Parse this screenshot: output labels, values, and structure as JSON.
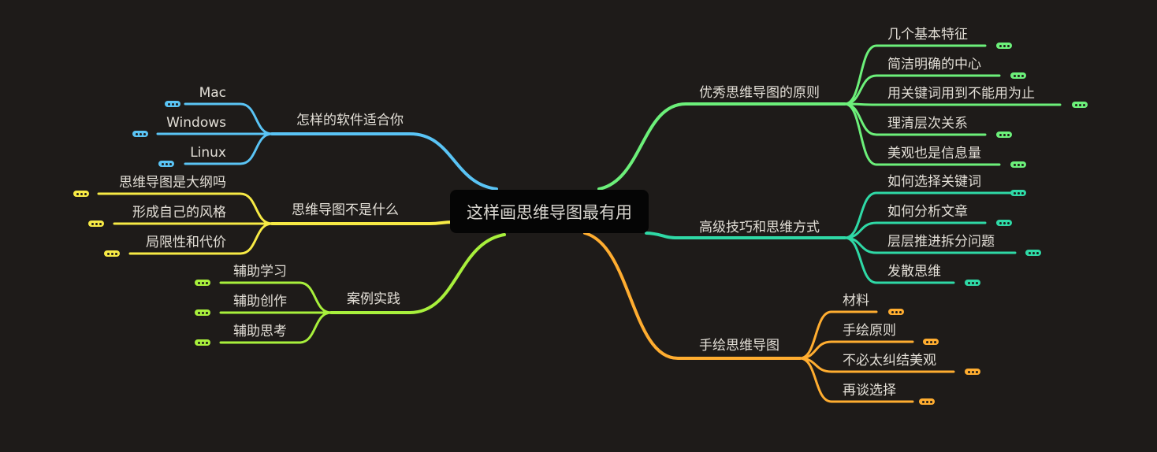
{
  "central_topic": "这样画思维导图最有用",
  "colors": {
    "background": "#1e1b19",
    "text": "#e2ded6"
  },
  "right_branches": [
    {
      "label": "优秀思维导图的原则",
      "color": "#6cf07a",
      "children": [
        "几个基本特征",
        "简洁明确的中心",
        "用关键词用到不能用为止",
        "理清层次关系",
        "美观也是信息量"
      ]
    },
    {
      "label": "高级技巧和思维方式",
      "color": "#2fd9a6",
      "children": [
        "如何选择关键词",
        "如何分析文章",
        "层层推进拆分问题",
        "发散思维"
      ]
    },
    {
      "label": "手绘思维导图",
      "color": "#ffad30",
      "children": [
        "材料",
        "手绘原则",
        "不必太纠结美观",
        "再谈选择"
      ]
    }
  ],
  "left_branches": [
    {
      "label": "怎样的软件适合你",
      "color": "#5ac4f5",
      "children": [
        "Mac",
        "Windows",
        "Linux"
      ]
    },
    {
      "label": "思维导图不是什么",
      "color": "#f7ea45",
      "children": [
        "思维导图是大纲吗",
        "形成自己的风格",
        "局限性和代价"
      ]
    },
    {
      "label": "案例实践",
      "color": "#a8f03c",
      "children": [
        "辅助学习",
        "辅助创作",
        "辅助思考"
      ]
    }
  ],
  "collapsed_indicator_icon": "more-dots-icon"
}
